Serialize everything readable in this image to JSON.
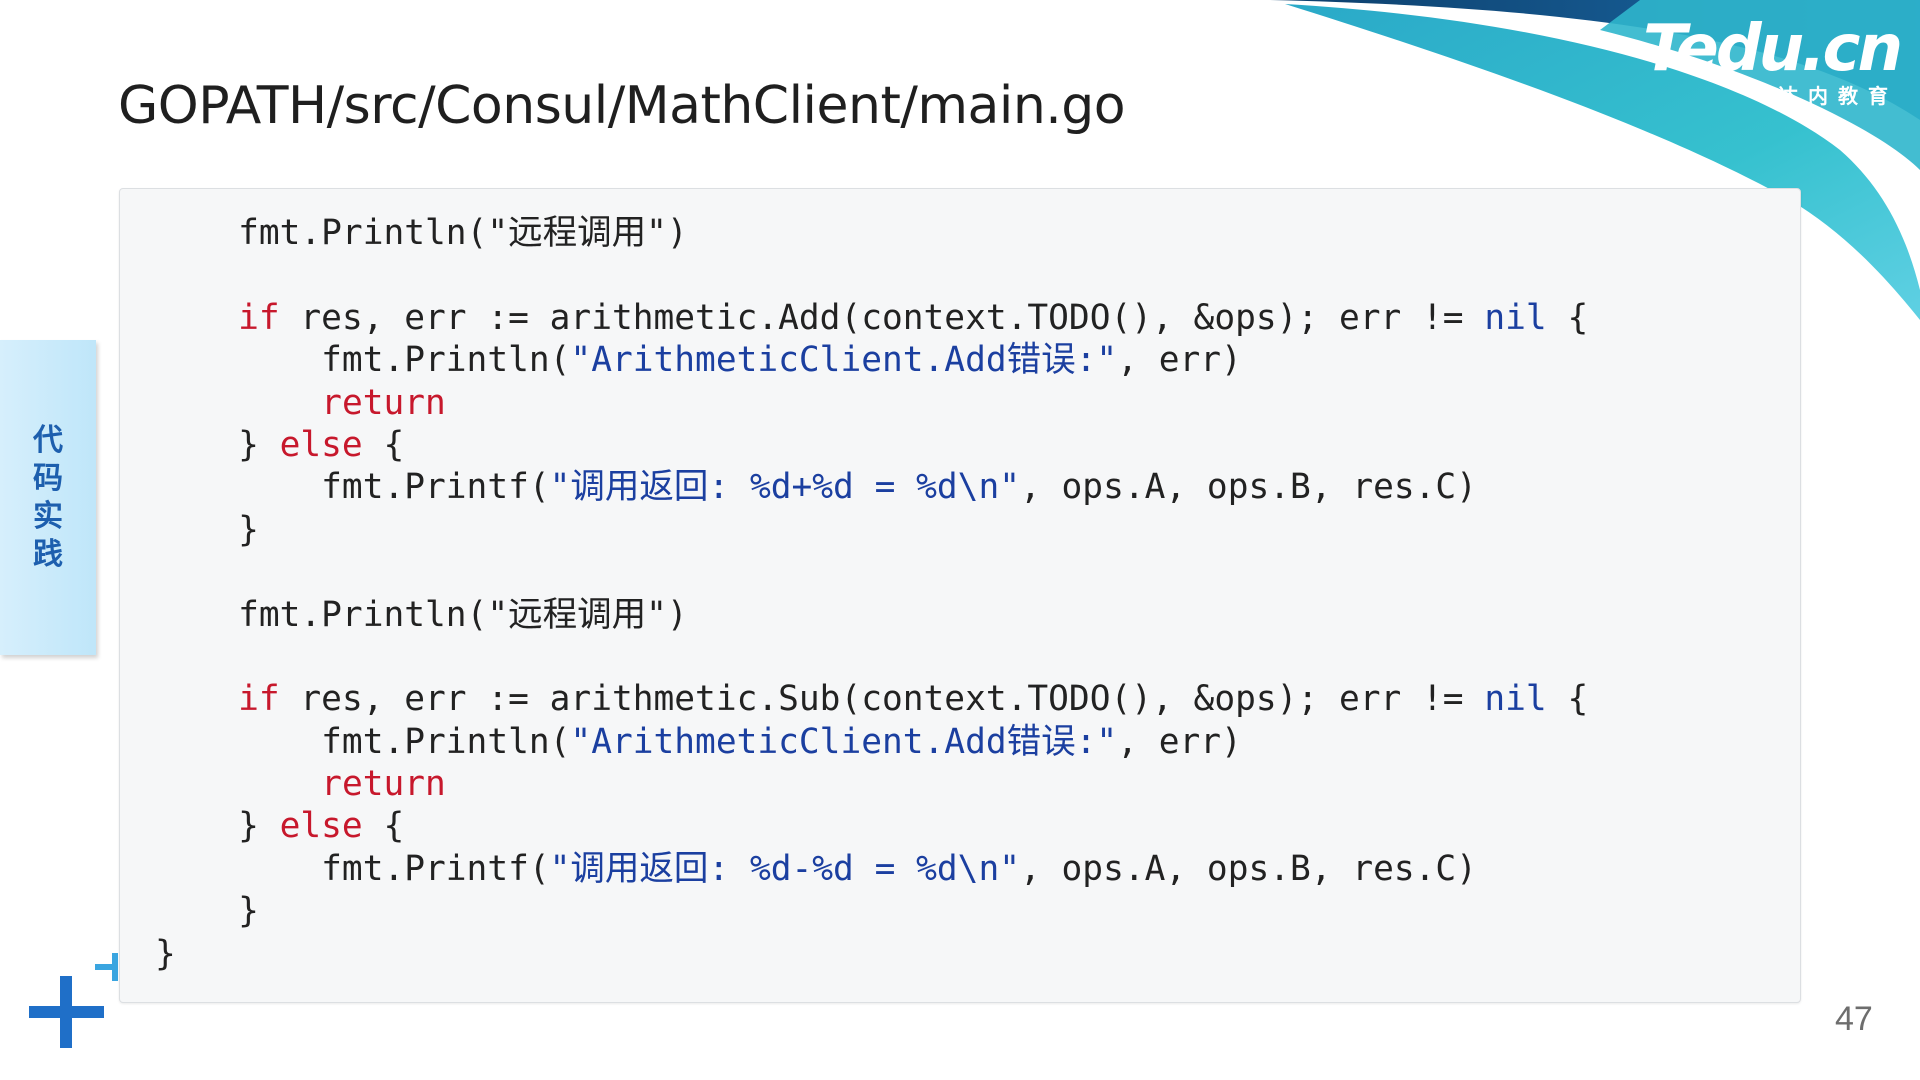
{
  "brand": {
    "logo_text": "Tedu.cn",
    "logo_subtitle": "达内教育",
    "colors": {
      "teal": "#29b3c9",
      "blue": "#1f6fc8",
      "dark": "#0d3f6b"
    }
  },
  "slide": {
    "title": "GOPATH/src/Consul/MathClient/main.go",
    "side_tab_label": "代码实践",
    "page_number": "47"
  },
  "code": {
    "lines": [
      [
        {
          "t": "    fmt.Println("
        },
        {
          "t": "\"远程调用\"",
          "c": "plain"
        },
        {
          "t": ")"
        }
      ],
      [
        {
          "t": ""
        }
      ],
      [
        {
          "t": "    "
        },
        {
          "t": "if",
          "c": "kw"
        },
        {
          "t": " res, err := arithmetic.Add(context.TODO(), &ops); err != "
        },
        {
          "t": "nil",
          "c": "nil"
        },
        {
          "t": " {"
        }
      ],
      [
        {
          "t": "        fmt.Println("
        },
        {
          "t": "\"ArithmeticClient.Add错误:\"",
          "c": "str"
        },
        {
          "t": ", err)"
        }
      ],
      [
        {
          "t": "        "
        },
        {
          "t": "return",
          "c": "kw"
        }
      ],
      [
        {
          "t": "    } "
        },
        {
          "t": "else",
          "c": "kw"
        },
        {
          "t": " {"
        }
      ],
      [
        {
          "t": "        fmt.Printf("
        },
        {
          "t": "\"调用返回: %d+%d = %d\\n\"",
          "c": "str"
        },
        {
          "t": ", ops.A, ops.B, res.C)"
        }
      ],
      [
        {
          "t": "    }"
        }
      ],
      [
        {
          "t": ""
        }
      ],
      [
        {
          "t": "    fmt.Println("
        },
        {
          "t": "\"远程调用\"",
          "c": "plain"
        },
        {
          "t": ")"
        }
      ],
      [
        {
          "t": ""
        }
      ],
      [
        {
          "t": "    "
        },
        {
          "t": "if",
          "c": "kw"
        },
        {
          "t": " res, err := arithmetic.Sub(context.TODO(), &ops); err != "
        },
        {
          "t": "nil",
          "c": "nil"
        },
        {
          "t": " {"
        }
      ],
      [
        {
          "t": "        fmt.Println("
        },
        {
          "t": "\"ArithmeticClient.Add错误:\"",
          "c": "str"
        },
        {
          "t": ", err)"
        }
      ],
      [
        {
          "t": "        "
        },
        {
          "t": "return",
          "c": "kw"
        }
      ],
      [
        {
          "t": "    } "
        },
        {
          "t": "else",
          "c": "kw"
        },
        {
          "t": " {"
        }
      ],
      [
        {
          "t": "        fmt.Printf("
        },
        {
          "t": "\"调用返回: %d-%d = %d\\n\"",
          "c": "str"
        },
        {
          "t": ", ops.A, ops.B, res.C)"
        }
      ],
      [
        {
          "t": "    }"
        }
      ],
      [
        {
          "t": "}"
        }
      ]
    ]
  }
}
